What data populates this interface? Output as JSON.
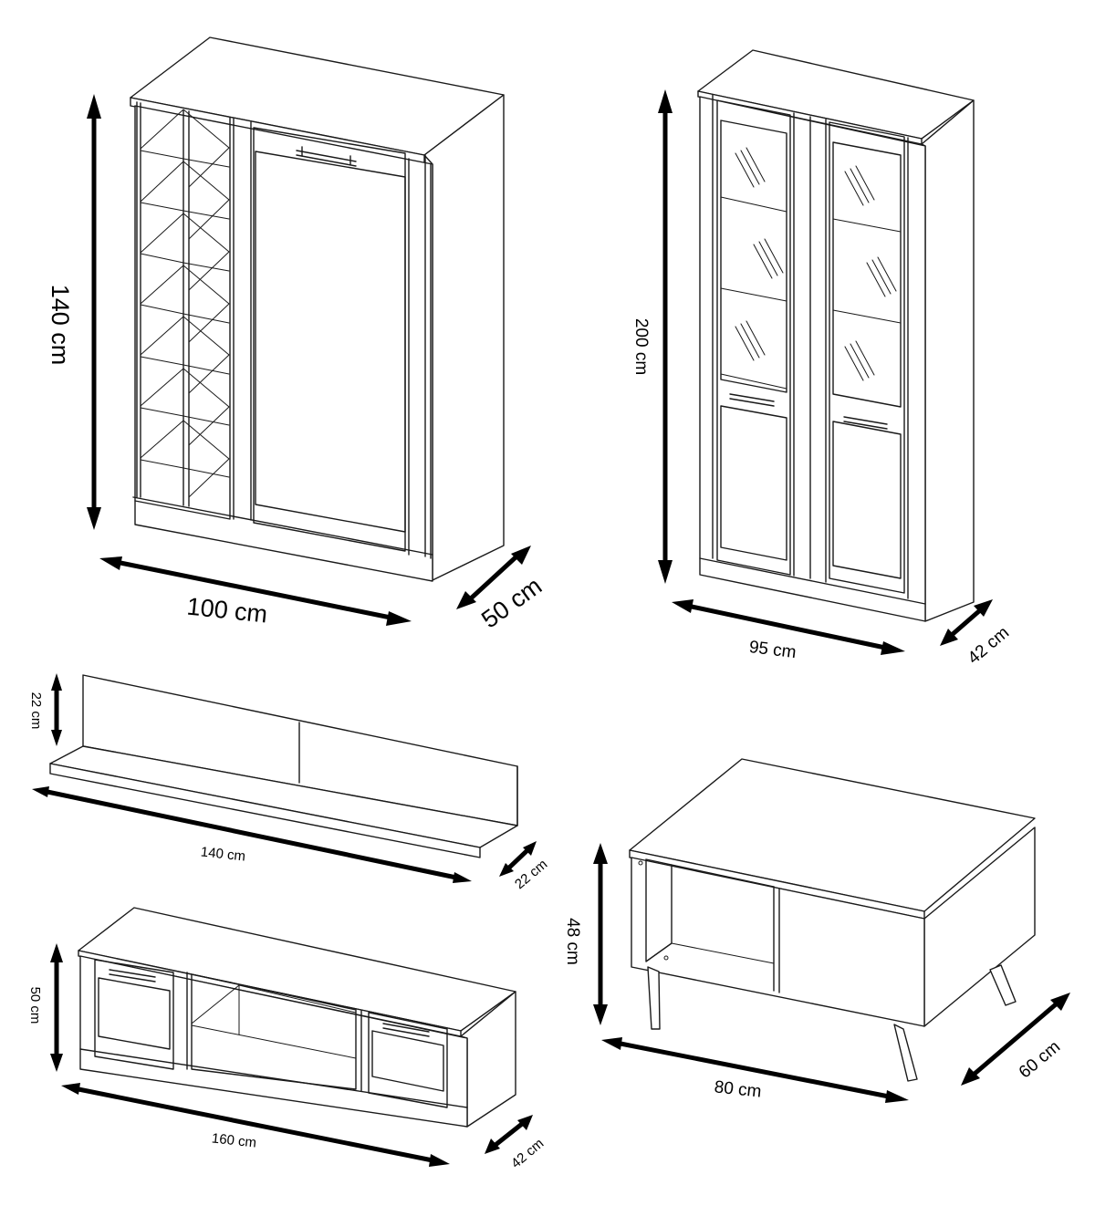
{
  "dimensions": {
    "wine_cabinet": {
      "height": "140 cm",
      "width": "100 cm",
      "depth": "50 cm"
    },
    "display_cabinet": {
      "height": "200 cm",
      "width": "95 cm",
      "depth": "42 cm"
    },
    "wall_shelf": {
      "height": "22 cm",
      "width": "140 cm",
      "depth": "22 cm"
    },
    "tv_stand": {
      "height": "50 cm",
      "width": "160 cm",
      "depth": "42 cm"
    },
    "coffee_table": {
      "height": "48 cm",
      "width": "80 cm",
      "depth": "60 cm"
    }
  }
}
